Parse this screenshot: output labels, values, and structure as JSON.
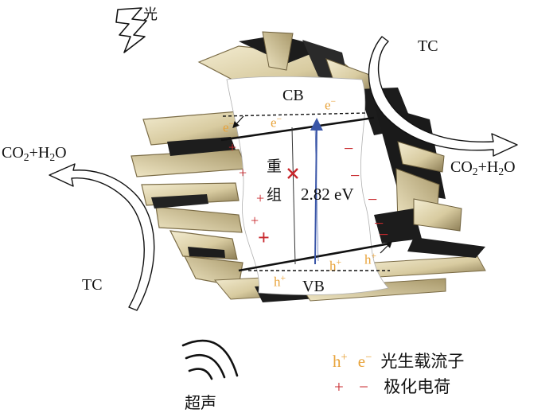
{
  "labels": {
    "light": "光",
    "ultrasound": "超声",
    "tc_top": "TC",
    "tc_left": "TC",
    "co2_h2o_left_a": "CO",
    "co2_h2o_left_b": "2",
    "co2_h2o_left_c": "+H",
    "co2_h2o_left_d": "2",
    "co2_h2o_left_e": "O",
    "co2_h2o_right_a": "CO",
    "co2_h2o_right_b": "2",
    "co2_h2o_right_c": "+H",
    "co2_h2o_right_d": "2",
    "co2_h2o_right_e": "O",
    "cb": "CB",
    "vb": "VB",
    "gap": "2.82 eV",
    "recombine_1": "重",
    "recombine_2": "组"
  },
  "carriers": {
    "e_base": "e",
    "e_sign": "−",
    "h_base": "h",
    "h_sign": "+"
  },
  "charges": {
    "plus": "+",
    "minus": "−"
  },
  "legend": {
    "carriers_text": "光生载流子",
    "charges_text": "极化电荷",
    "h_base": "h",
    "h_sign": "+",
    "e_base": "e",
    "e_sign": "−",
    "plus": "+",
    "minus": "−"
  },
  "colors": {
    "carrier": "#e8a33a",
    "charge": "#c8282d",
    "gap_arrow": "#3a56a8",
    "flake_light": "#e7dcb6",
    "flake_mid": "#b9a97c",
    "flake_dark": "#1c1c1c"
  }
}
